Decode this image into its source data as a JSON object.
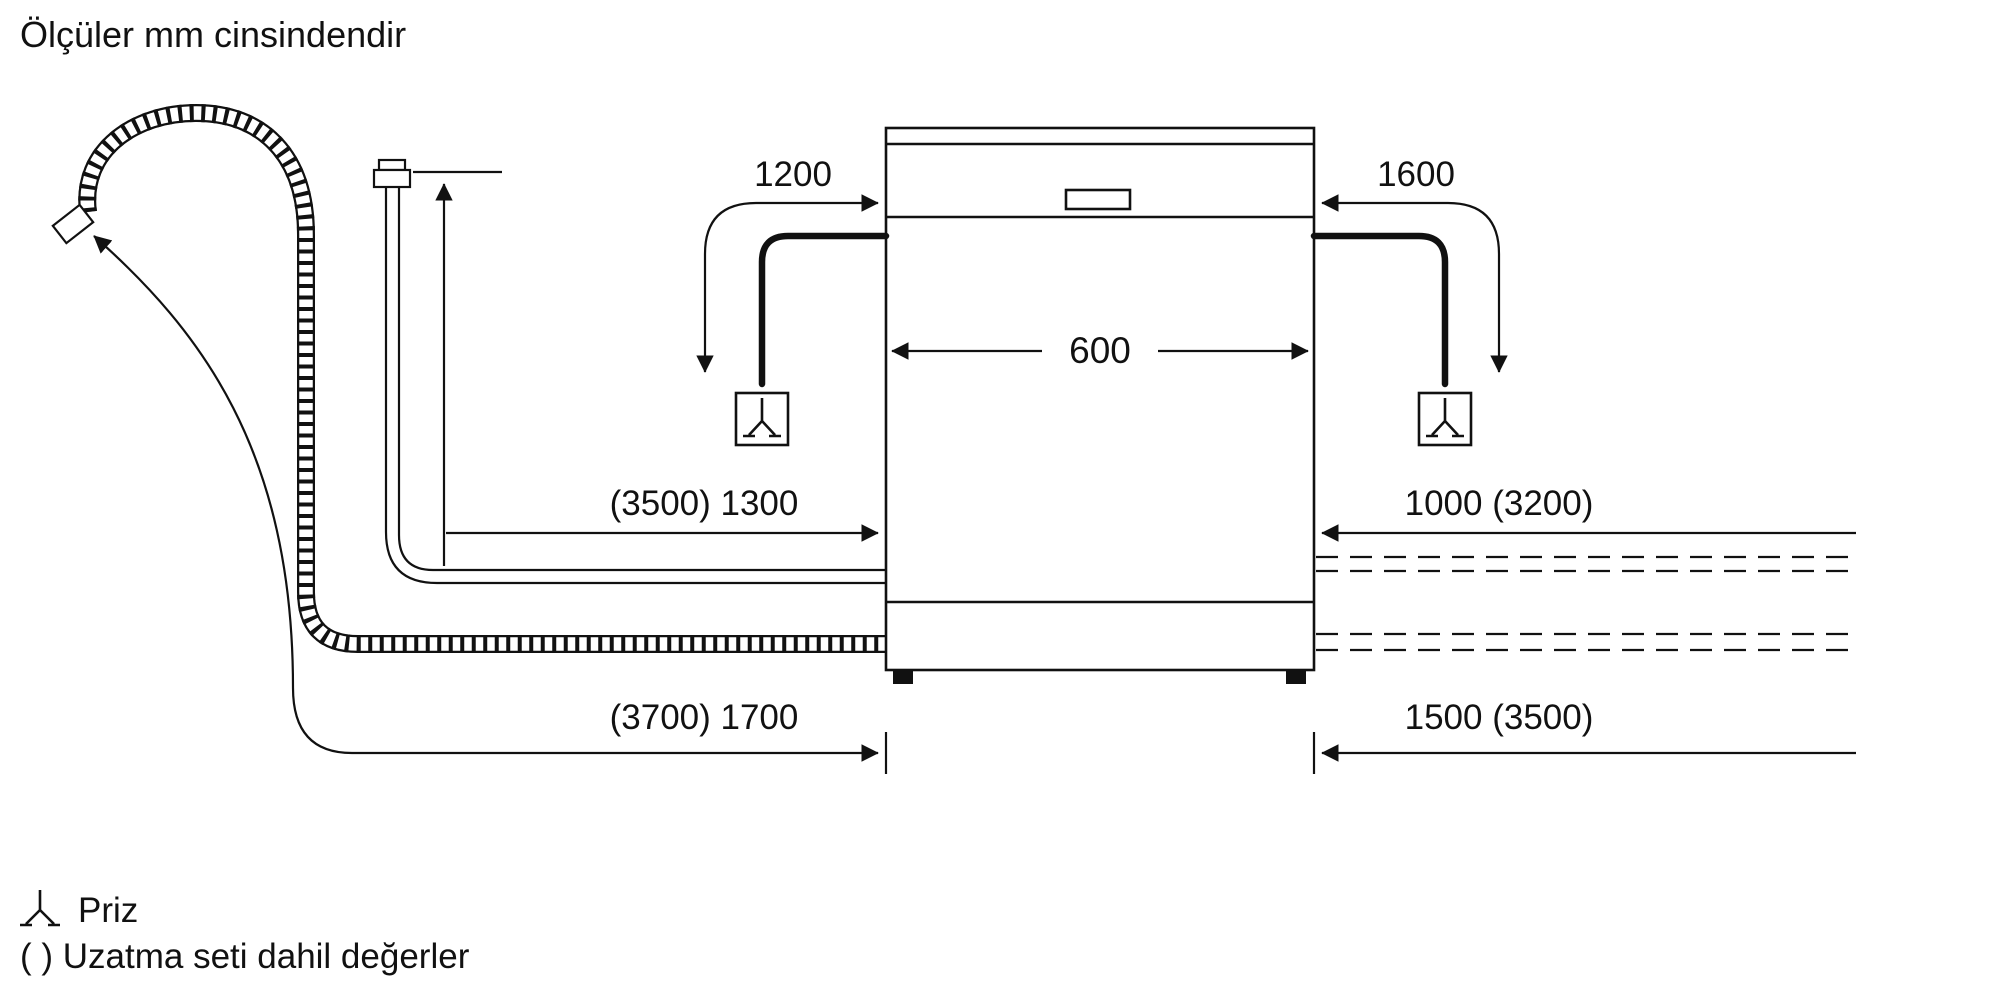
{
  "title": "Ölçüler mm cinsindendir",
  "dims": {
    "cable_left": "1200",
    "cable_right": "1600",
    "width": "600",
    "inlet_left": "(3500) 1300",
    "inlet_right": "1000 (3200)",
    "drain_left": "(3700) 1700",
    "drain_right": "1500 (3500)"
  },
  "legend": {
    "socket": "Priz",
    "note": "( ) Uzatma seti dahil değerler"
  },
  "colors": {
    "ink": "#111111",
    "background": "#ffffff"
  }
}
